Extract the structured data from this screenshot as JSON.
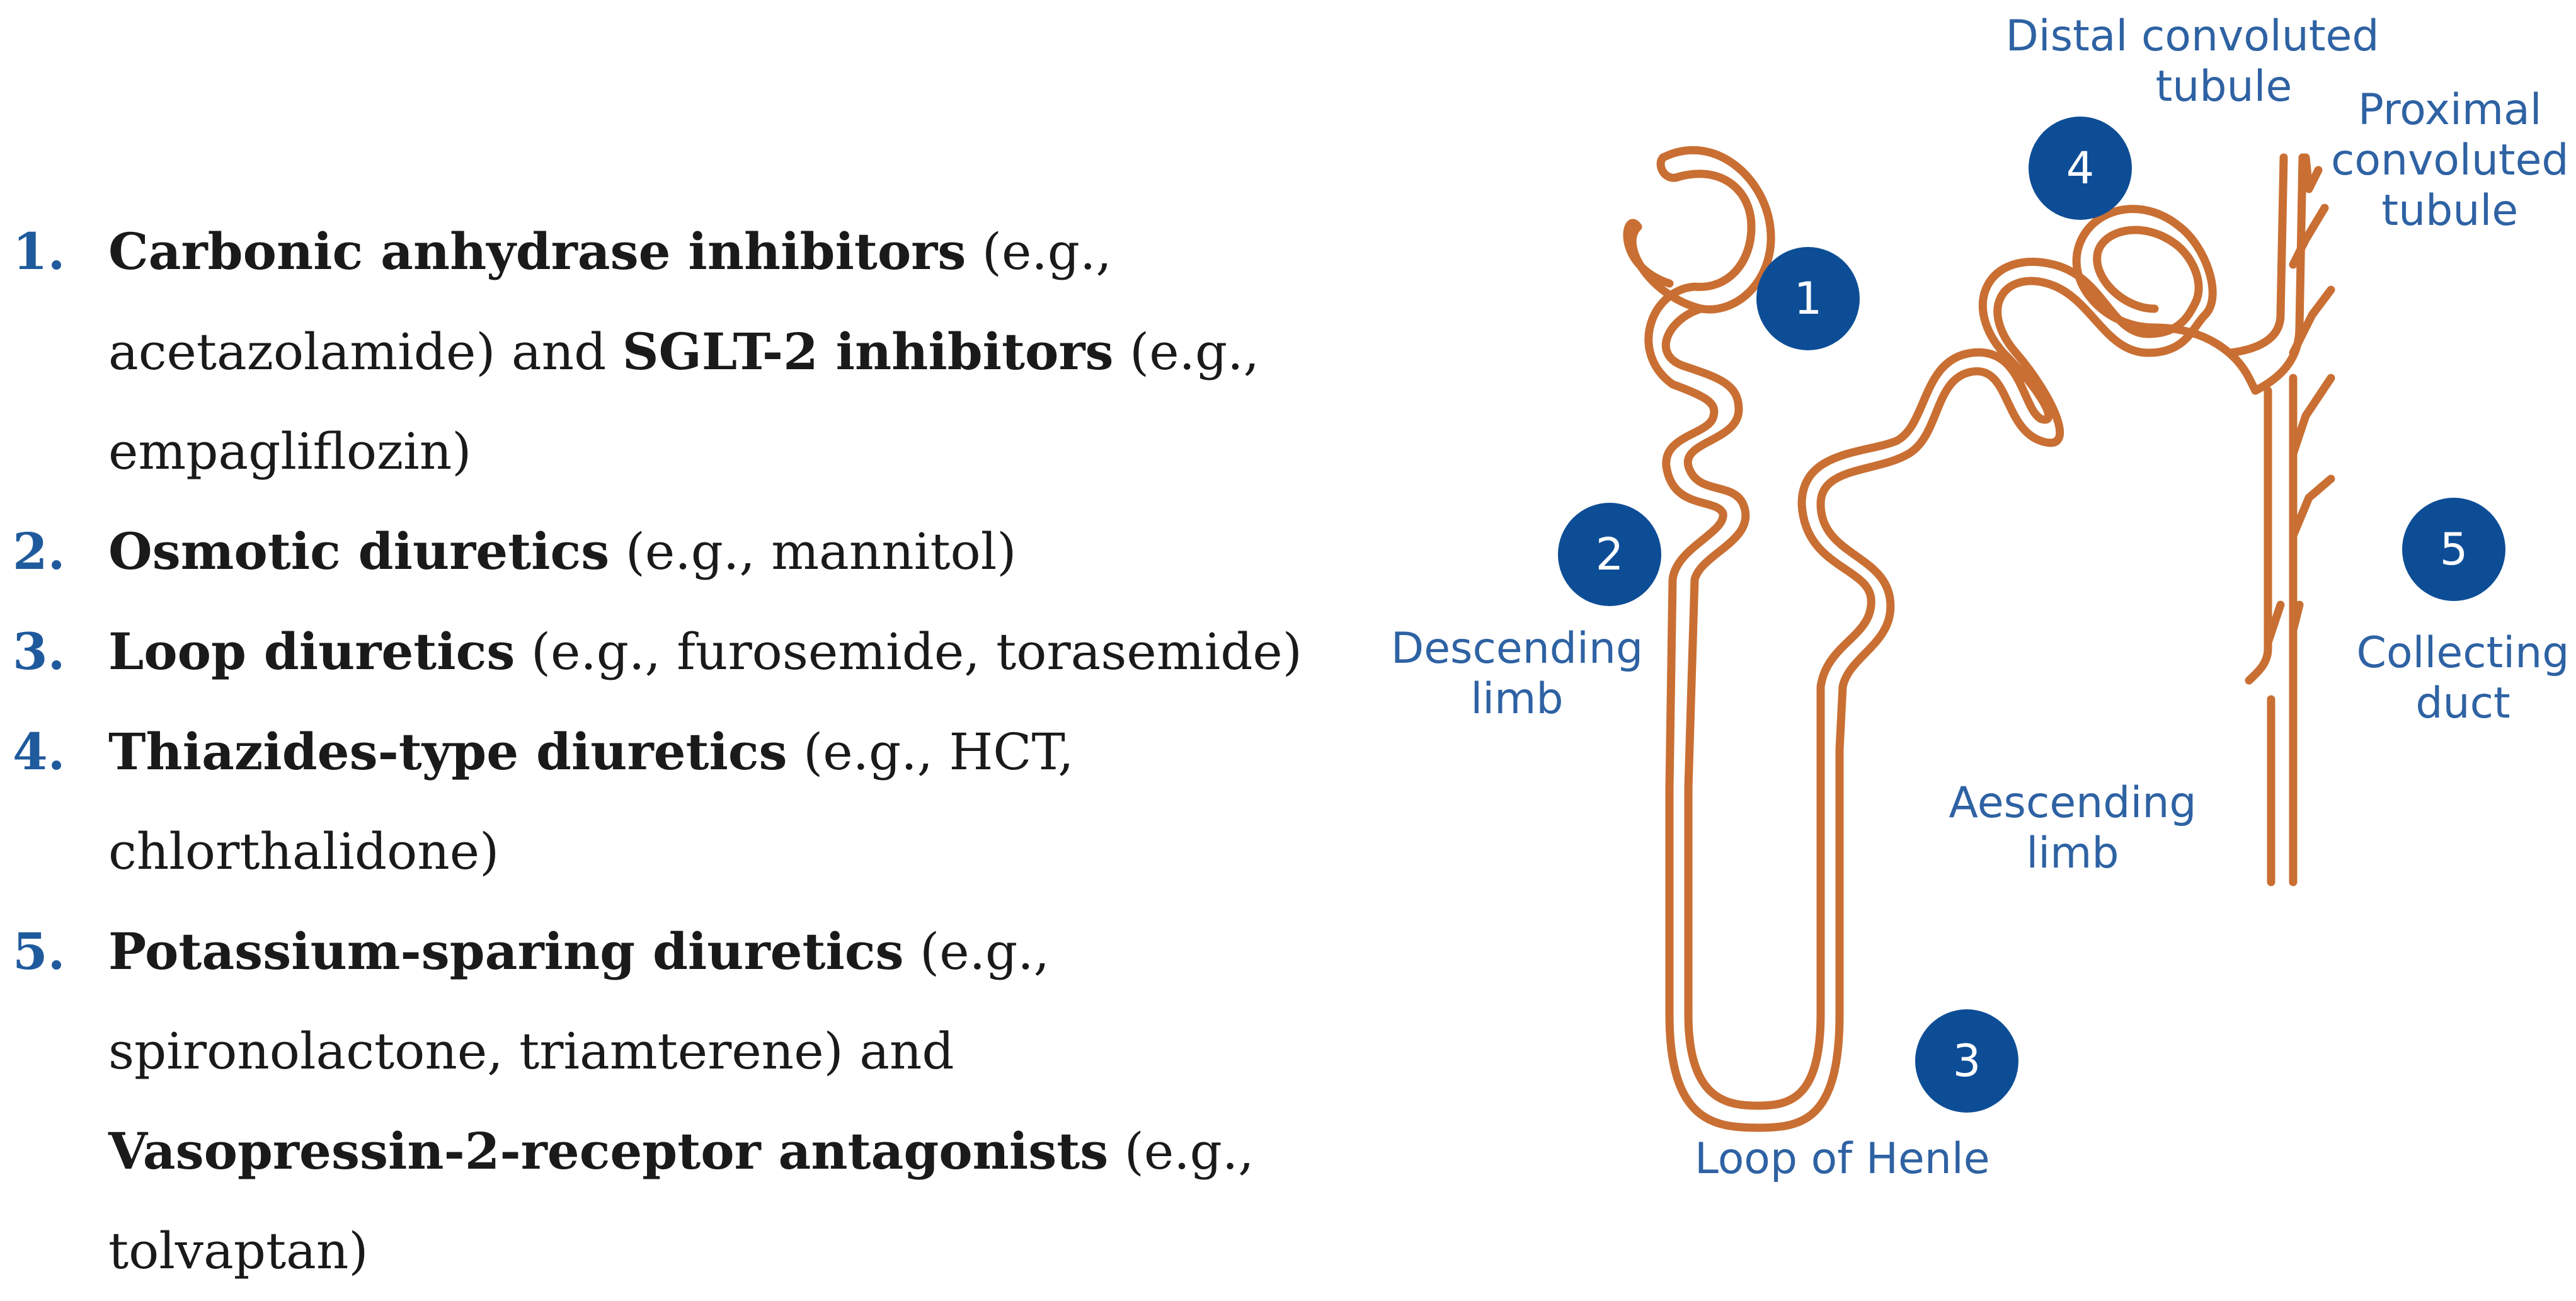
{
  "list": [
    {
      "num": "1.",
      "parts": [
        {
          "text": "Carbonic anhydrase inhibitors",
          "bold": true
        },
        {
          "text": " (e.g., acetazolamide) and ",
          "bold": false
        },
        {
          "text": "SGLT-2 inhibitors",
          "bold": true
        },
        {
          "text": " (e.g., empagliflozin)",
          "bold": false
        }
      ]
    },
    {
      "num": "2.",
      "parts": [
        {
          "text": "Osmotic diuretics",
          "bold": true
        },
        {
          "text": " (e.g., mannitol)",
          "bold": false
        }
      ]
    },
    {
      "num": "3.",
      "parts": [
        {
          "text": "Loop diuretics",
          "bold": true
        },
        {
          "text": " (e.g., furosemide, torasemide)",
          "bold": false
        }
      ]
    },
    {
      "num": "4.",
      "parts": [
        {
          "text": "Thiazides-type diuretics",
          "bold": true
        },
        {
          "text": " (e.g., HCT, chlorthalidone)",
          "bold": false
        }
      ]
    },
    {
      "num": "5.",
      "parts": [
        {
          "text": "Potassium-sparing diuretics",
          "bold": true
        },
        {
          "text": " (e.g., spironolactone, triamterene) and ",
          "bold": false
        },
        {
          "text": "Vasopressin-2-receptor antagonists",
          "bold": true
        },
        {
          "text": " (e.g., tolvaptan)",
          "bold": false
        }
      ]
    }
  ],
  "diagram": {
    "labels": {
      "proximal": [
        "Proximal",
        "convoluted",
        "tubule"
      ],
      "distal": [
        "Distal convoluted",
        "tubule"
      ],
      "descending": [
        "Descending",
        "limb"
      ],
      "ascending": [
        "Aescending",
        "limb"
      ],
      "loop": [
        "Loop of Henle"
      ],
      "collecting": [
        "Collecting",
        "duct"
      ]
    },
    "badges": {
      "b1": "1",
      "b2": "2",
      "b3": "3",
      "b4": "4",
      "b5": "5"
    },
    "colors": {
      "tubule": "#c96f33",
      "badge": "#0d4d96",
      "label": "#2e62a3",
      "number": "#1f5a9c"
    }
  }
}
